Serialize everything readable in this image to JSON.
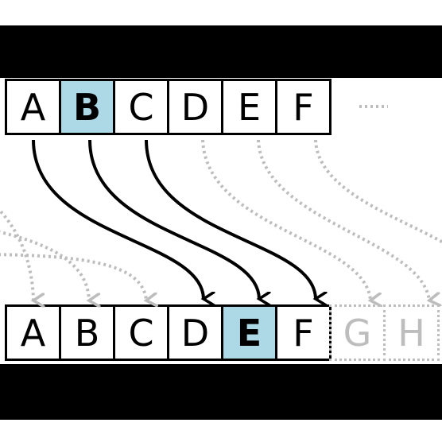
{
  "plaintext_row": {
    "letters": [
      "A",
      "B",
      "C",
      "D",
      "E",
      "F"
    ],
    "highlighted_index": 1,
    "continuation": "..."
  },
  "ciphertext_row": {
    "letters": [
      "A",
      "B",
      "C",
      "D",
      "E",
      "F"
    ],
    "ghost_letters": [
      "G",
      "H"
    ],
    "highlighted_index": 4
  },
  "shift": 3,
  "colors": {
    "highlight": "#add8e6",
    "arrow": "#000000",
    "dotted_arrow": "#bdbdbd",
    "band": "#000000"
  },
  "icons": [
    "arrow-down-icon",
    "dotted-arrow-icon"
  ]
}
